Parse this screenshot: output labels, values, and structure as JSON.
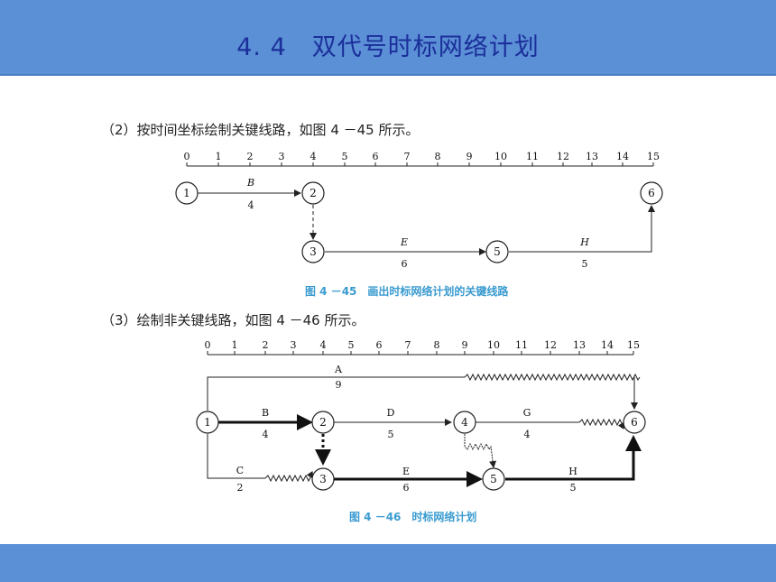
{
  "slide": {
    "title": "4. 4　双代号时标网络计划"
  },
  "step2": {
    "text": "（2）按时间坐标绘制关键线路，如图 4 －45 所示。",
    "caption": "图 4 －45　画出时标网络计划的关键线路"
  },
  "step3": {
    "text": "（3）绘制非关键线路，如图 4 －46 所示。",
    "caption": "图 4 －46　时标网络计划"
  },
  "timescale": [
    "0",
    "1",
    "2",
    "3",
    "4",
    "5",
    "6",
    "7",
    "8",
    "9",
    "10",
    "11",
    "12",
    "13",
    "14",
    "15"
  ],
  "fig45": {
    "nodes": [
      "1",
      "2",
      "3",
      "5",
      "6"
    ],
    "activities": [
      {
        "name": "B",
        "duration": "4"
      },
      {
        "name": "E",
        "duration": "6"
      },
      {
        "name": "H",
        "duration": "5"
      }
    ]
  },
  "fig46": {
    "nodes": [
      "1",
      "2",
      "3",
      "4",
      "5",
      "6"
    ],
    "activities": [
      {
        "name": "A",
        "duration": "9"
      },
      {
        "name": "B",
        "duration": "4"
      },
      {
        "name": "C",
        "duration": "2"
      },
      {
        "name": "D",
        "duration": "5"
      },
      {
        "name": "E",
        "duration": "6"
      },
      {
        "name": "G",
        "duration": "4"
      },
      {
        "name": "H",
        "duration": "5"
      }
    ]
  },
  "colors": {
    "bar": "#5b8fd6",
    "title": "#1b2f9a",
    "caption": "#3a9bd0"
  }
}
